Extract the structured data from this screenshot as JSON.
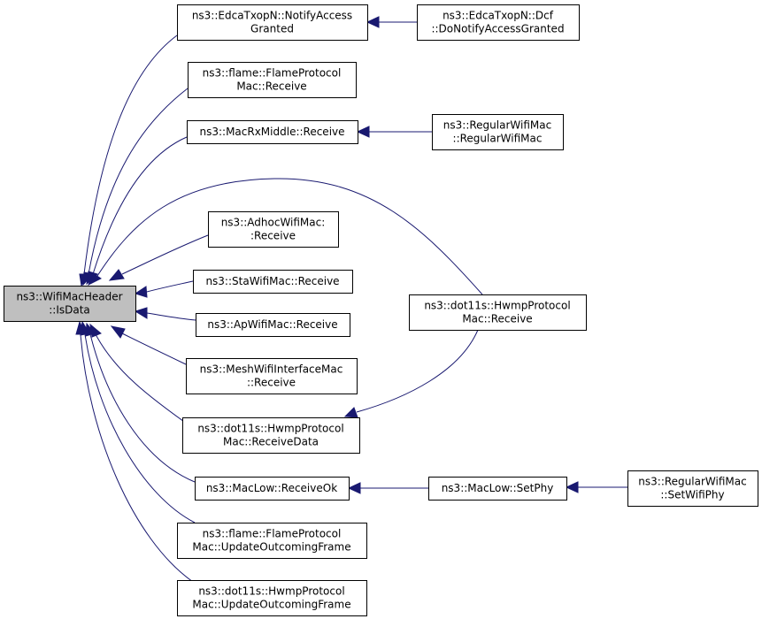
{
  "graph": {
    "colors": {
      "edge": "#191970",
      "root_fill": "#bfbfbf",
      "node_fill": "#ffffff",
      "node_border": "#000000"
    },
    "nodes": {
      "isdata": [
        "ns3::WifiMacHeader",
        "::IsData"
      ],
      "edca_notify": [
        "ns3::EdcaTxopN::NotifyAccess",
        "Granted"
      ],
      "edca_dcf": [
        "ns3::EdcaTxopN::Dcf",
        "::DoNotifyAccessGranted"
      ],
      "flame_receive": [
        "ns3::flame::FlameProtocol",
        "Mac::Receive"
      ],
      "macrx_receive": [
        "ns3::MacRxMiddle::Receive"
      ],
      "regular_mac": [
        "ns3::RegularWifiMac",
        "::RegularWifiMac"
      ],
      "adhoc_receive": [
        "ns3::AdhocWifiMac:",
        ":Receive"
      ],
      "sta_receive": [
        "ns3::StaWifiMac::Receive"
      ],
      "ap_receive": [
        "ns3::ApWifiMac::Receive"
      ],
      "hwmp_receive": [
        "ns3::dot11s::HwmpProtocol",
        "Mac::Receive"
      ],
      "mesh_receive": [
        "ns3::MeshWifiInterfaceMac",
        "::Receive"
      ],
      "hwmp_receivedata": [
        "ns3::dot11s::HwmpProtocol",
        "Mac::ReceiveData"
      ],
      "maclow_receiveok": [
        "ns3::MacLow::ReceiveOk"
      ],
      "maclow_setphy": [
        "ns3::MacLow::SetPhy"
      ],
      "regular_setwifiphy": [
        "ns3::RegularWifiMac",
        "::SetWifiPhy"
      ],
      "flame_update": [
        "ns3::flame::FlameProtocol",
        "Mac::UpdateOutcomingFrame"
      ],
      "hwmp_update": [
        "ns3::dot11s::HwmpProtocol",
        "Mac::UpdateOutcomingFrame"
      ]
    }
  }
}
